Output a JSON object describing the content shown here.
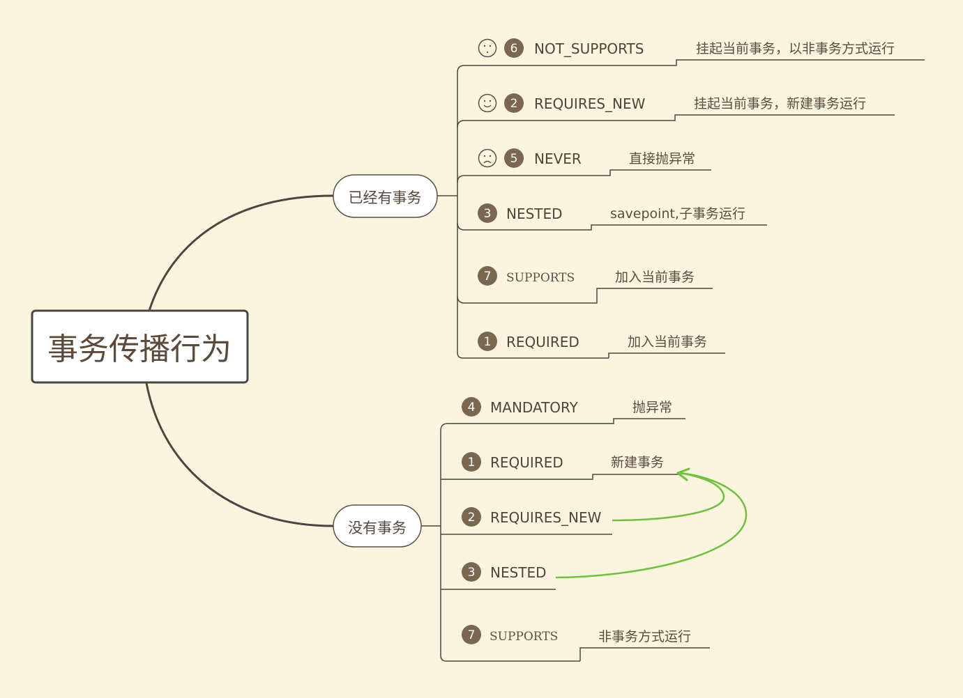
{
  "root": {
    "label": "事务传播行为"
  },
  "branches": [
    {
      "label": "已经有事务",
      "items": [
        {
          "num": "6",
          "name": "NOT_SUPPORTS",
          "desc": "挂起当前事务，以非事务方式运行",
          "icon": "neutral-face-icon"
        },
        {
          "num": "2",
          "name": "REQUIRES_NEW",
          "desc": "挂起当前事务，新建事务运行",
          "icon": "smile-face-icon"
        },
        {
          "num": "5",
          "name": "NEVER",
          "desc": "直接抛异常",
          "icon": "frown-face-icon"
        },
        {
          "num": "3",
          "name": "NESTED",
          "desc": "savepoint,子事务运行"
        },
        {
          "num": "7",
          "name": "SUPPORTS",
          "desc": "加入当前事务"
        },
        {
          "num": "1",
          "name": "REQUIRED",
          "desc": "加入当前事务"
        }
      ]
    },
    {
      "label": "没有事务",
      "items": [
        {
          "num": "4",
          "name": "MANDATORY",
          "desc": "抛异常"
        },
        {
          "num": "1",
          "name": "REQUIRED",
          "desc": "新建事务"
        },
        {
          "num": "2",
          "name": "REQUIRES_NEW",
          "desc": ""
        },
        {
          "num": "3",
          "name": "NESTED",
          "desc": ""
        },
        {
          "num": "7",
          "name": "SUPPORTS",
          "desc": "非事务方式运行"
        }
      ]
    }
  ],
  "colors": {
    "background": "#fbf5e0",
    "line": "#4a4640",
    "badge": "#7b6650",
    "arrow": "#6cc23a"
  }
}
